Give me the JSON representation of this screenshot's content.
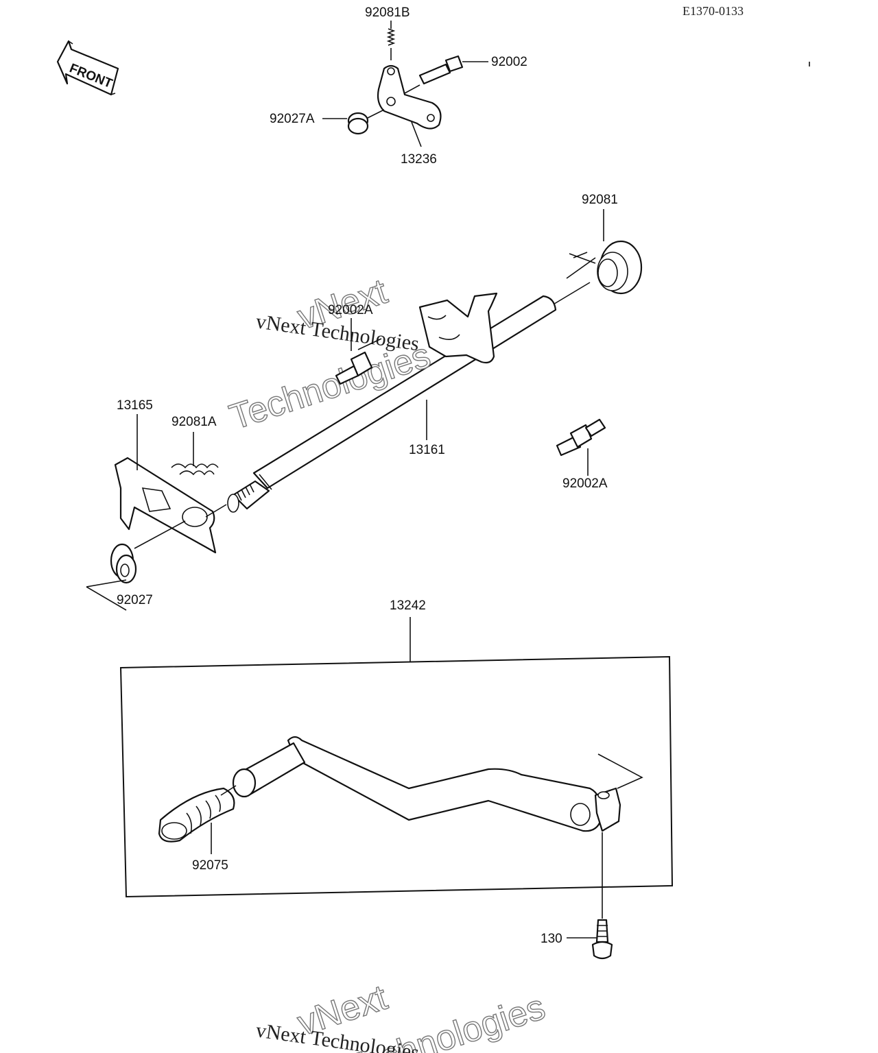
{
  "drawing_code": "E1370-0133",
  "front_arrow_label": "FRONT",
  "watermark": {
    "line1": "vNext",
    "line2": "Technologies",
    "serif": "vNext Technologies"
  },
  "parts": {
    "p92081B": "92081B",
    "p92002": "92002",
    "p92027A": "92027A",
    "p13236": "13236",
    "p92081": "92081",
    "p92002A_top": "92002A",
    "p13165": "13165",
    "p92081A": "92081A",
    "p13161": "13161",
    "p92002A_right": "92002A",
    "p92027": "92027",
    "p13242": "13242",
    "p92075": "92075",
    "p130": "130"
  }
}
